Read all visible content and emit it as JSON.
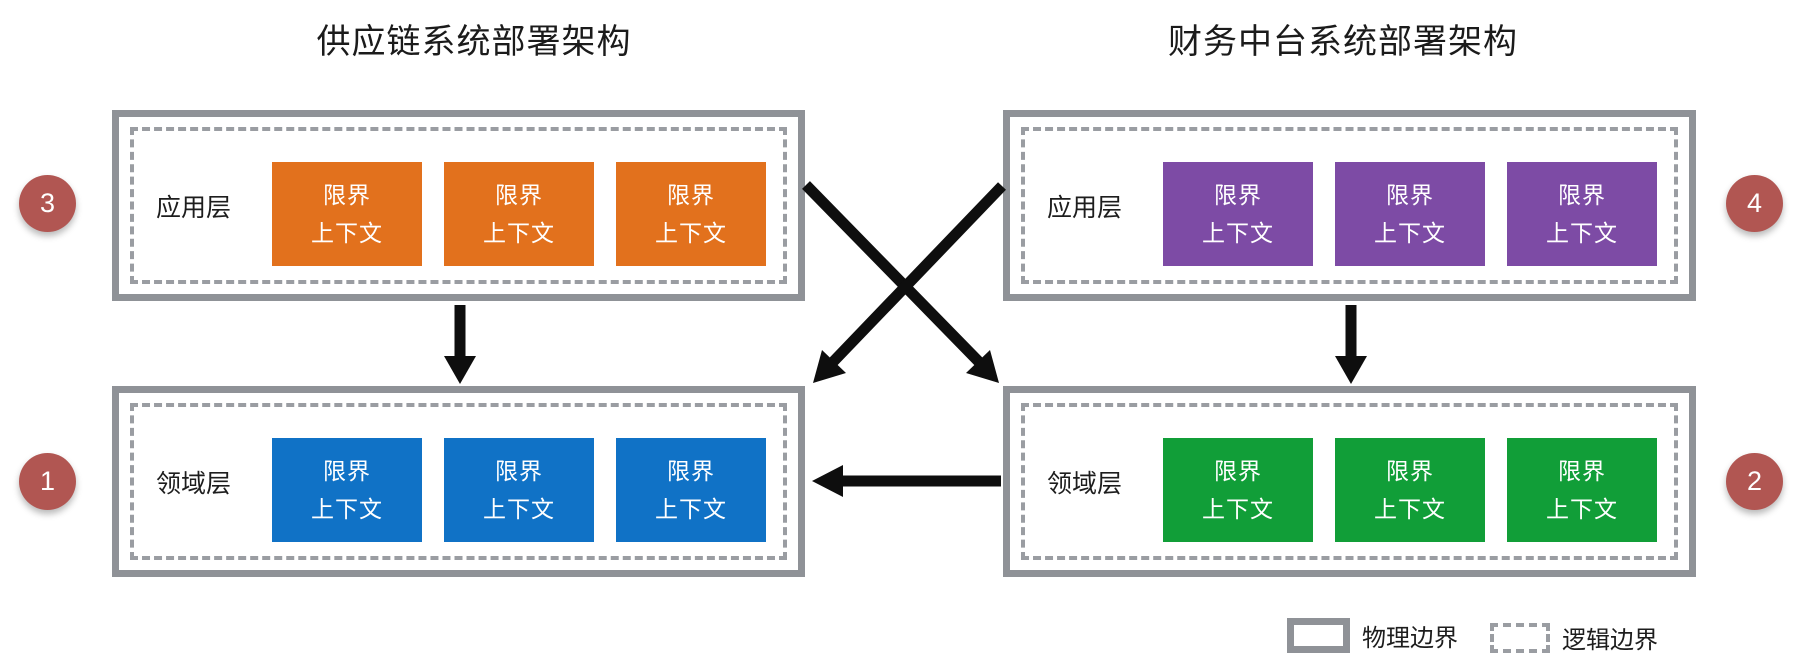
{
  "titles": {
    "left": "供应链系统部署架构",
    "right": "财务中台系统部署架构"
  },
  "bounded_context": {
    "line1": "限界",
    "line2": "上下文"
  },
  "panels": {
    "supply_app": {
      "layer": "应用层",
      "badge": "3"
    },
    "supply_domain": {
      "layer": "领域层",
      "badge": "1"
    },
    "finance_app": {
      "layer": "应用层",
      "badge": "4"
    },
    "finance_domain": {
      "layer": "领域层",
      "badge": "2"
    }
  },
  "legend": {
    "physical": "物理边界",
    "logical": "逻辑边界"
  },
  "colors": {
    "supply_app_context": "#e2711d",
    "supply_domain_context": "#1072c6",
    "finance_app_context": "#7d4ba5",
    "finance_domain_context": "#119e38",
    "physical_border": "#8f9297",
    "logical_border": "#9a9da2",
    "badge_background": "#b15652",
    "arrow": "#0e0e0e"
  }
}
